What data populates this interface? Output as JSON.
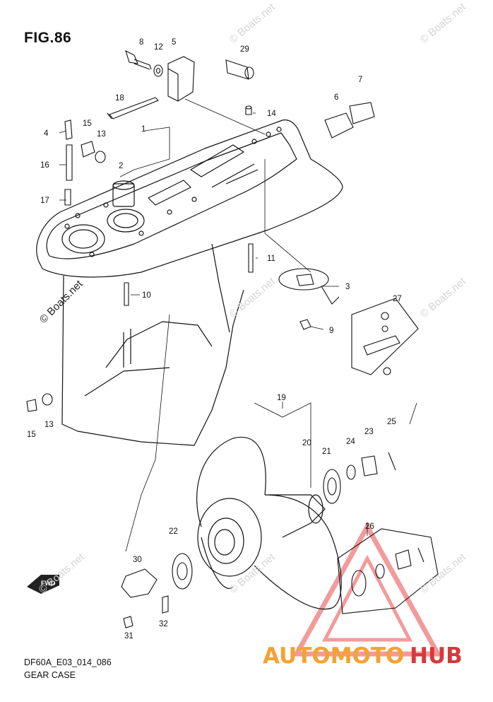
{
  "figure": {
    "title": "FIG.86",
    "code": "DF60A_E03_014_086",
    "section": "GEAR CASE",
    "fwd_mark": "FWD"
  },
  "watermark": {
    "site": "© Boats.net"
  },
  "brand": {
    "part1": "AUTOMOTO",
    "part2": "HUB",
    "color_part1": "#f4a233",
    "color_part2": "#d63a3a",
    "logo_color": "#f08a8a"
  },
  "callouts": [
    "1",
    "2",
    "3",
    "4",
    "5",
    "6",
    "7",
    "8",
    "9",
    "10",
    "11",
    "12",
    "13",
    "13",
    "14",
    "15",
    "15",
    "16",
    "17",
    "18",
    "19",
    "20",
    "21",
    "22",
    "23",
    "24",
    "25",
    "26",
    "27",
    "29",
    "30",
    "31",
    "32"
  ]
}
